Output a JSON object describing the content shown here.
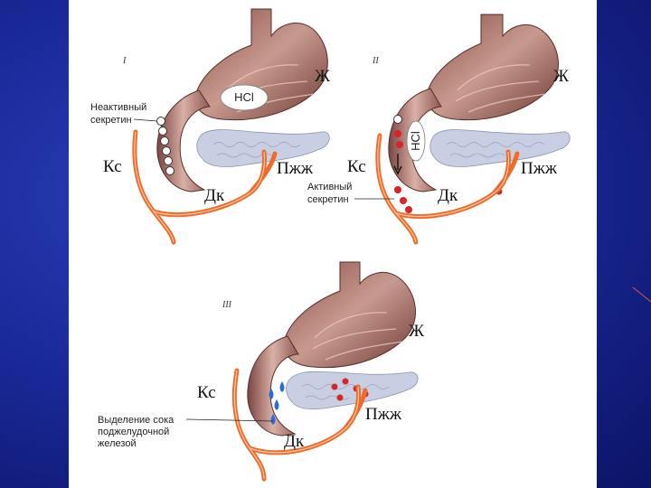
{
  "panels": [
    {
      "numeral": "I",
      "labels": {
        "stomach": "Ж",
        "acid": "HCl",
        "duodenum": "Дк",
        "pancreas": "Пжж",
        "vessel": "Кс",
        "secretin_line1": "Неактивный",
        "secretin_line2": "секретин"
      }
    },
    {
      "numeral": "II",
      "labels": {
        "stomach": "Ж",
        "acid": "HCl",
        "duodenum": "Дк",
        "pancreas": "Пжж",
        "vessel": "Кс",
        "secretin_line1": "Активный",
        "secretin_line2": "секретин"
      }
    },
    {
      "numeral": "III",
      "labels": {
        "stomach": "Ж",
        "duodenum": "Дк",
        "pancreas": "Пжж",
        "vessel": "Кс",
        "juice_line1": "Выделение сока",
        "juice_line2": "поджелудочной",
        "juice_line3": "железой"
      }
    }
  ],
  "colors": {
    "background": "#1b2a8c",
    "panel": "#ffffff",
    "vessel": "#f06a2a",
    "stomach": "#b57a6e",
    "pancreas": "#c9cfe2",
    "active_secretin": "#d8242a",
    "pancreatic_juice": "#2a6fd0"
  }
}
